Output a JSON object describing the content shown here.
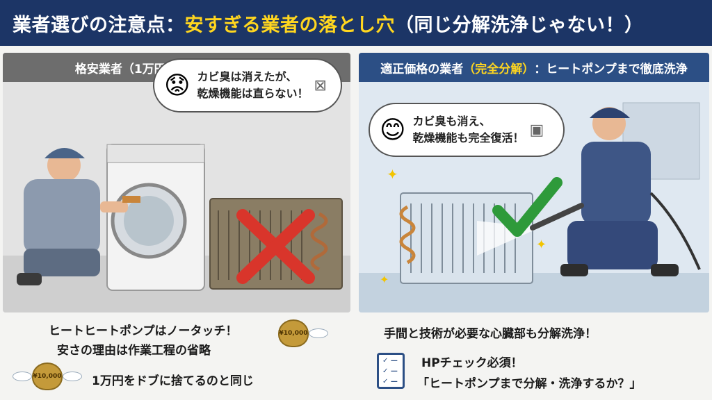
{
  "title": {
    "part1": "業者選びの注意点：",
    "part2": "安すぎる業者の落とし穴",
    "part3": "（同じ分解洗浄じゃない！）"
  },
  "left_panel": {
    "header": "格安業者（1万円台〜）：表面洗浄のみ",
    "bubble_line1": "カビ臭は消えたが、",
    "bubble_line2": "乾燥機能は直らない！",
    "bottom_line1": "ヒートヒートポンプはノータッチ！",
    "bottom_line2": "安さの理由は作業工程の省略",
    "bottom_line3": "1万円をドブに捨てるのと同じ",
    "bag_label": "¥10,000"
  },
  "right_panel": {
    "header_pre": "適正価格の業者",
    "header_hl": "（完全分解）",
    "header_post": "：ヒートポンプまで徹底洗浄",
    "bubble_line1": "カビ臭も消え、",
    "bubble_line2": "乾燥機能も完全復活！",
    "bottom_line1": "手間と技術が必要な心臓部も分解洗浄！",
    "bottom_line2": "HPチェック必須！",
    "bottom_line3": "「ヒートポンプまで分解・洗浄するか？」"
  },
  "colors": {
    "title_bg": "#1c3566",
    "highlight": "#ffd61f",
    "cross": "#d9352b",
    "check": "#2e9a3a"
  },
  "icons": {
    "sad_face": "sad-face-icon",
    "happy_face": "happy-face-icon",
    "cross_mark": "cross-mark-icon",
    "check_mark": "check-mark-icon",
    "washer_crossed": "washer-crossed-icon",
    "washer": "washer-icon",
    "money_bag": "money-bag-icon",
    "checklist": "checklist-icon"
  }
}
